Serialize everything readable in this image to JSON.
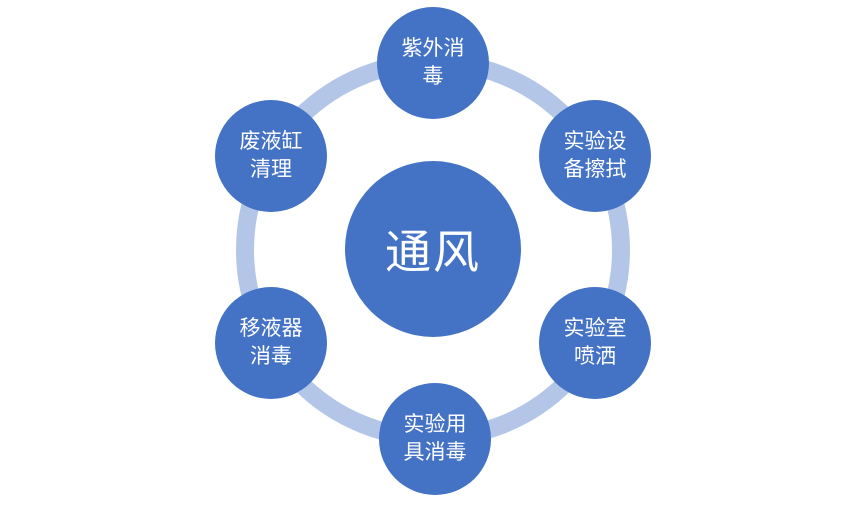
{
  "diagram": {
    "type": "cycle",
    "center": {
      "label": "通风"
    },
    "nodes": [
      {
        "id": "uv-disinfection",
        "label": "紫外消\n毒"
      },
      {
        "id": "equipment-wiping",
        "label": "实验设\n备擦拭"
      },
      {
        "id": "lab-spraying",
        "label": "实验室\n喷洒"
      },
      {
        "id": "utensil-disinfection",
        "label": "实验用\n具消毒"
      },
      {
        "id": "pipette-disinfection",
        "label": "移液器\n消毒"
      },
      {
        "id": "waste-tank-cleaning",
        "label": "废液缸\n清理"
      }
    ],
    "colors": {
      "node_fill": "#4472c4",
      "ring": "#b4c6e7",
      "text": "#ffffff",
      "background": "#ffffff"
    }
  }
}
